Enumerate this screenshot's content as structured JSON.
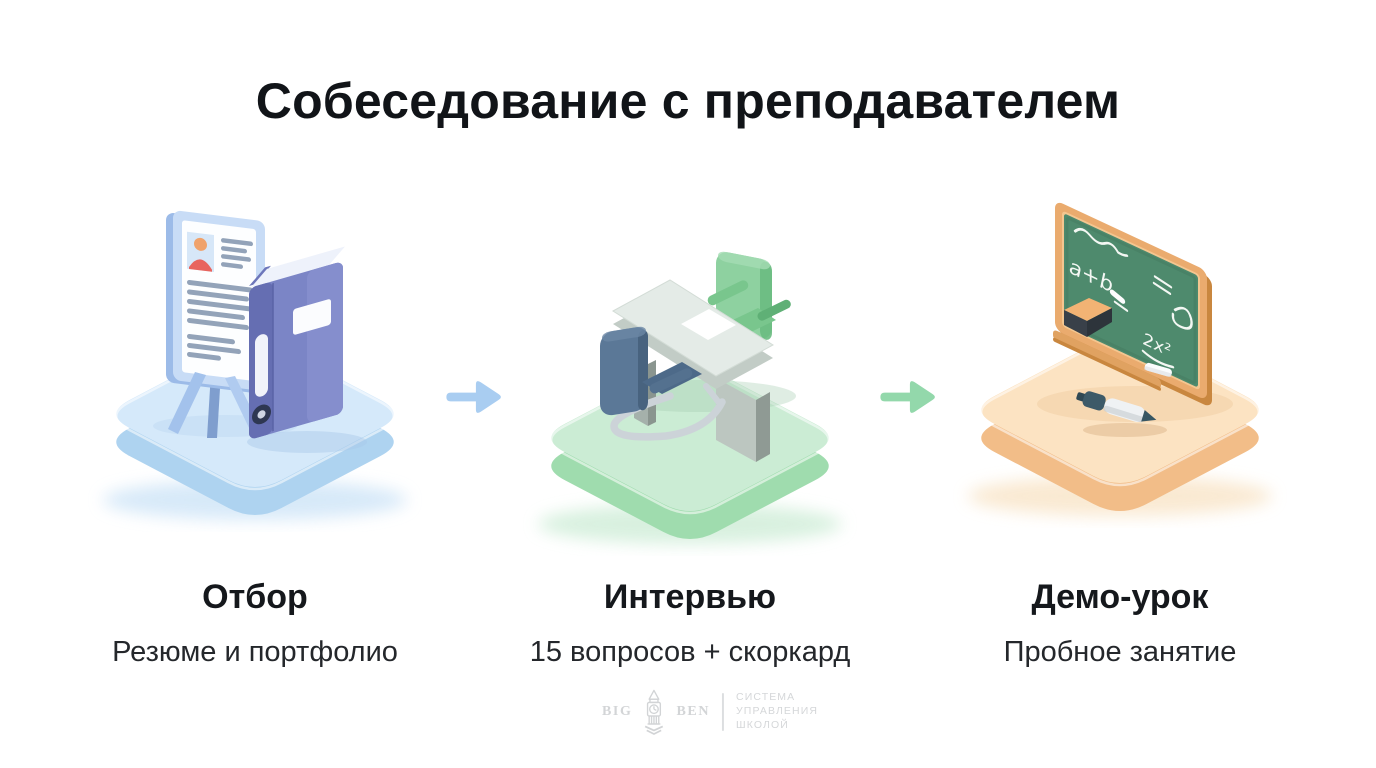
{
  "title": "Собеседование с преподавателем",
  "steps": [
    {
      "label": "Отбор",
      "description": "Резюме и портфолио",
      "illustration": "resume-and-portfolio",
      "colors": {
        "platform_top": "#d5e9fa",
        "platform_side": "#aed3f0",
        "glow": "#d3e7f8",
        "accent": "#7b85c6"
      }
    },
    {
      "label": "Интервью",
      "description": "15 вопросов + скоркард",
      "illustration": "interview-desk",
      "colors": {
        "platform_top": "#cbecd4",
        "platform_side": "#9fdcae",
        "glow": "#d4efdc",
        "accent": "#8ed1a0"
      }
    },
    {
      "label": "Демо-урок",
      "description": "Пробное занятие",
      "illustration": "demo-lesson-chalkboard",
      "colors": {
        "platform_top": "#fce3c2",
        "platform_side": "#f2bd88",
        "glow": "#f9e7cd",
        "accent": "#4e8a6d"
      },
      "chalk": {
        "formula": "a+b",
        "equals": "=",
        "exponent_note": "2x²"
      }
    }
  ],
  "arrows": [
    {
      "direction": "right",
      "color": "#a9cdf1"
    },
    {
      "direction": "right",
      "color": "#93d8ab"
    }
  ],
  "footer_logo": {
    "brand_left": "BIG",
    "brand_right": "BEN",
    "icon": "big-ben-tower-icon",
    "tagline_lines": [
      "СИСТЕМА",
      "УПРАВЛЕНИЯ",
      "ШКОЛОЙ"
    ],
    "color": "#d3d5d7"
  }
}
